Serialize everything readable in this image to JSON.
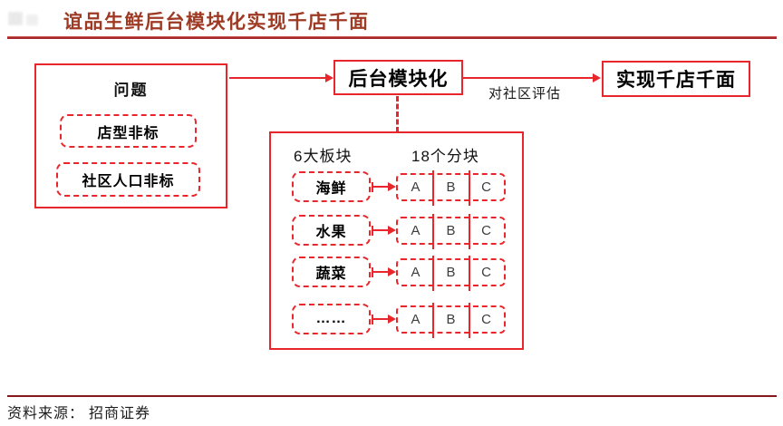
{
  "title": "谊品生鲜后台模块化实现千店千面",
  "flow": {
    "problem_box": {
      "title": "问题",
      "items": [
        "店型非标",
        "社区人口非标"
      ]
    },
    "middle_box": "后台模块化",
    "edge_label": "对社区评估",
    "result_box": "实现千店千面"
  },
  "module_panel": {
    "col_headers": [
      "6大板块",
      "18个分块"
    ],
    "rows": [
      {
        "label": "海鲜",
        "cells": [
          "A",
          "B",
          "C"
        ]
      },
      {
        "label": "水果",
        "cells": [
          "A",
          "B",
          "C"
        ]
      },
      {
        "label": "蔬菜",
        "cells": [
          "A",
          "B",
          "C"
        ]
      },
      {
        "label": "……",
        "cells": [
          "A",
          "B",
          "C"
        ]
      }
    ]
  },
  "footer": {
    "source": "资料来源： 招商证券"
  },
  "colors": {
    "diagram_red": "#e9262b",
    "title_text": "#9e3a23",
    "title_rule": "#a7282a",
    "footer_rule": "#85181b",
    "body_text": "#1a1a1a"
  }
}
